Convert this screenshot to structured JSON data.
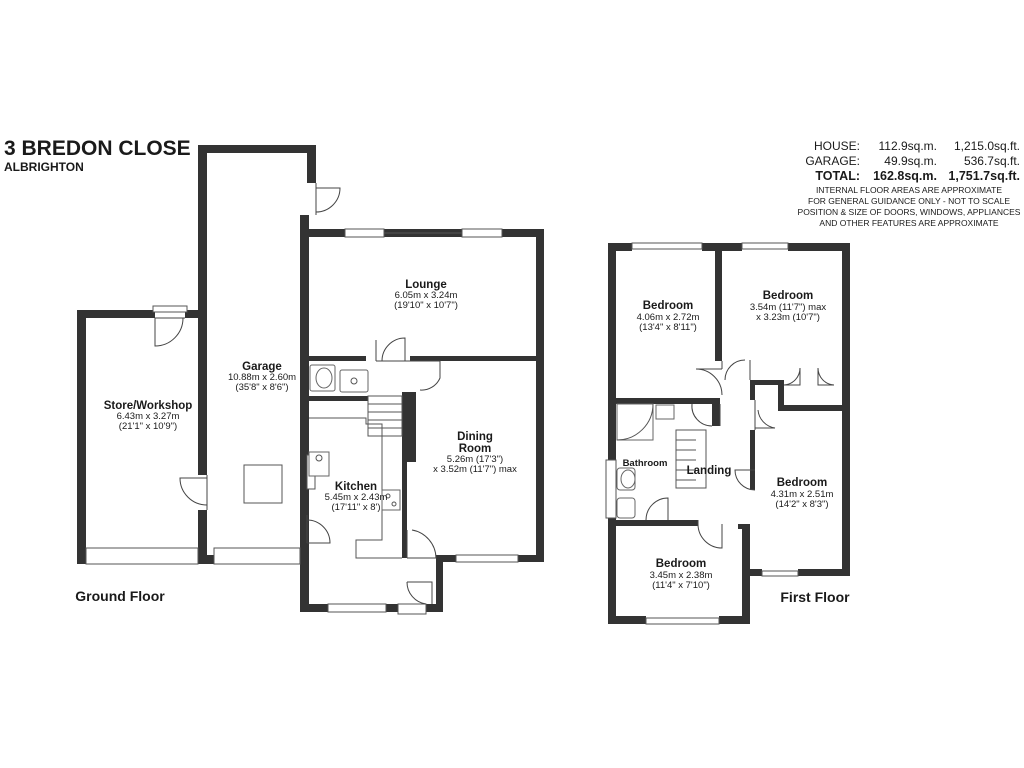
{
  "header": {
    "title": "3 BREDON CLOSE",
    "subtitle": "ALBRIGHTON"
  },
  "areas": {
    "house_label": "HOUSE:",
    "house_sqm": "112.9sq.m.",
    "house_sqft": "1,215.0sq.ft.",
    "garage_label": "GARAGE:",
    "garage_sqm": "49.9sq.m.",
    "garage_sqft": "536.7sq.ft.",
    "total_label": "TOTAL:",
    "total_sqm": "162.8sq.m.",
    "total_sqft": "1,751.7sq.ft."
  },
  "disclaimer": [
    "INTERNAL FLOOR AREAS ARE APPROXIMATE",
    "FOR GENERAL GUIDANCE ONLY - NOT TO SCALE",
    "POSITION & SIZE OF DOORS, WINDOWS, APPLIANCES",
    "AND OTHER FEATURES ARE APPROXIMATE"
  ],
  "ground_floor": {
    "label": "Ground Floor",
    "rooms": {
      "store": {
        "name": "Store/Workshop",
        "dim1": "6.43m x 3.27m",
        "dim2": "(21'1\" x 10'9\")"
      },
      "garage": {
        "name": "Garage",
        "dim1": "10.88m x 2.60m",
        "dim2": "(35'8\" x 8'6\")"
      },
      "lounge": {
        "name": "Lounge",
        "dim1": "6.05m x 3.24m",
        "dim2": "(19'10\" x 10'7\")"
      },
      "dining": {
        "name1": "Dining",
        "name2": "Room",
        "dim1": "5.26m (17'3\")",
        "dim2": "x 3.52m (11'7\") max"
      },
      "kitchen": {
        "name": "Kitchen",
        "dim1": "5.45m x 2.43m",
        "dim2": "(17'11\" x 8')"
      }
    }
  },
  "first_floor": {
    "label": "First Floor",
    "rooms": {
      "bed1": {
        "name": "Bedroom",
        "dim1": "4.06m x 2.72m",
        "dim2": "(13'4\" x 8'11\")"
      },
      "bed2": {
        "name": "Bedroom",
        "dim1": "3.54m (11'7\") max",
        "dim2": "x 3.23m (10'7\")"
      },
      "bathroom": {
        "name": "Bathroom"
      },
      "landing": {
        "name": "Landing"
      },
      "bed3": {
        "name": "Bedroom",
        "dim1": "4.31m x 2.51m",
        "dim2": "(14'2\" x 8'3\")"
      },
      "bed4": {
        "name": "Bedroom",
        "dim1": "3.45m x 2.38m",
        "dim2": "(11'4\" x 7'10\")"
      }
    }
  }
}
